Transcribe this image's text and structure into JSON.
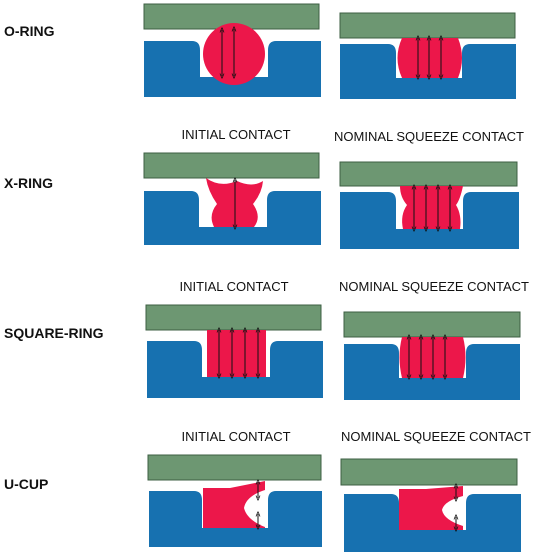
{
  "rows": [
    {
      "label": "O-RING",
      "left_caption": "",
      "right_caption": ""
    },
    {
      "label": "X-RING",
      "left_caption": "INITIAL CONTACT",
      "right_caption": "NOMINAL SQUEEZE CONTACT"
    },
    {
      "label": "SQUARE-RING",
      "left_caption": "INITIAL CONTACT",
      "right_caption": "NOMINAL SQUEEZE CONTACT"
    },
    {
      "label": "U-CUP",
      "left_caption": "INITIAL CONTACT",
      "right_caption": "NOMINAL SQUEEZE CONTACT"
    }
  ],
  "colors": {
    "plate": "#6d9772",
    "plate_stroke": "#3d5f43",
    "gland": "#1771b0",
    "seal": "#ec174a",
    "arrow": "#111111"
  }
}
